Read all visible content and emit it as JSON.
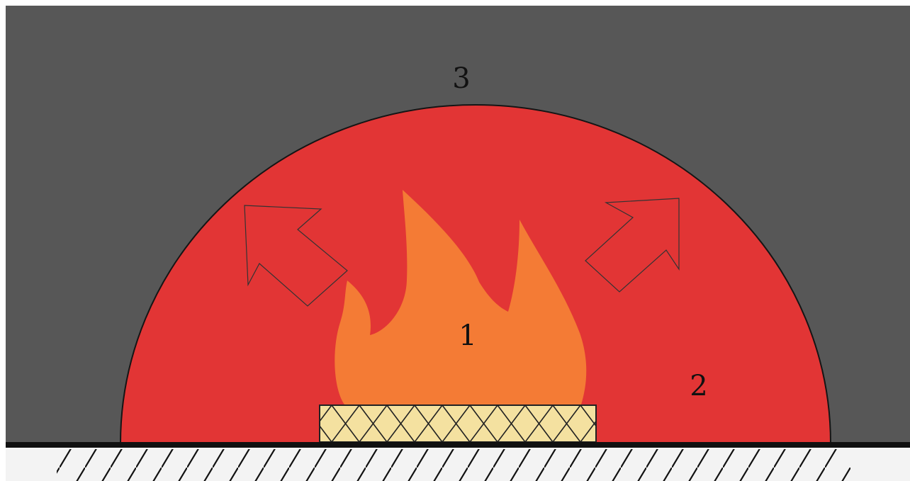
{
  "labels": {
    "flame": "1",
    "heat_zone": "2",
    "surroundings": "3"
  },
  "colors": {
    "surroundings": "#575757",
    "heat_zone": "#e23535",
    "flame": "#f47b35",
    "fuel": "#f4e1a0",
    "ground_line": "#111111",
    "ground": "#f3f3f3"
  },
  "icons": {
    "left_arrow": "arrow-up-left-icon",
    "right_arrow": "arrow-up-right-icon"
  }
}
